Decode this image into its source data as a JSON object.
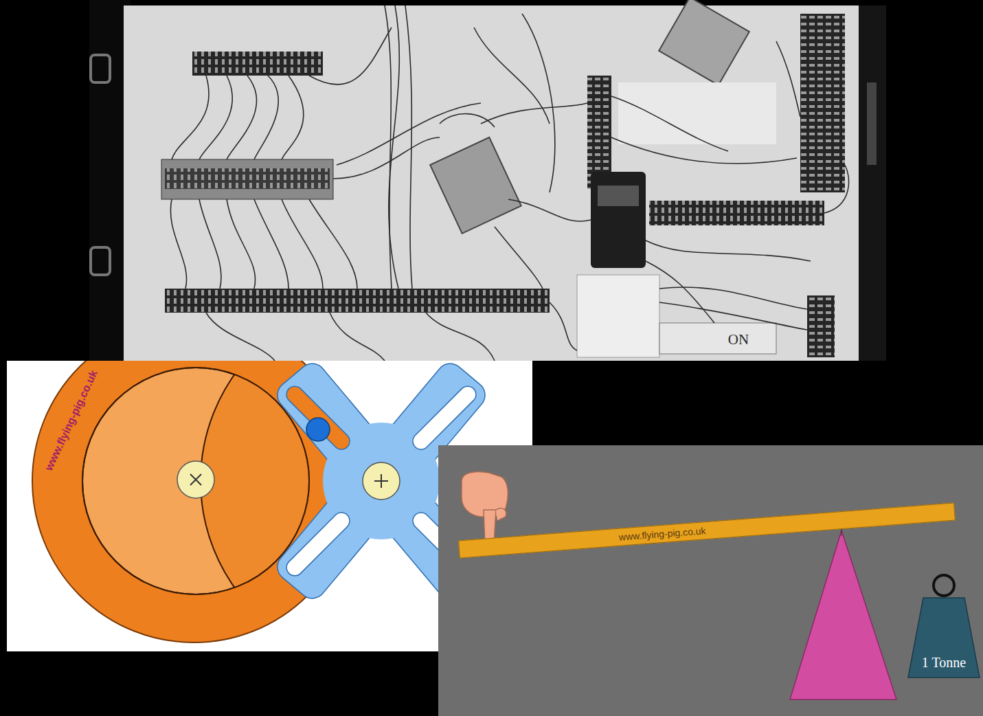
{
  "diagram": {
    "nodes": [
      {
        "text": [
          "www.flying-pig.co.uk"
        ]
      },
      {
        "text": [
          "1 Tonne"
        ]
      }
    ],
    "labels": [
      "ON",
      "www.flying-pig.co.uk"
    ]
  }
}
